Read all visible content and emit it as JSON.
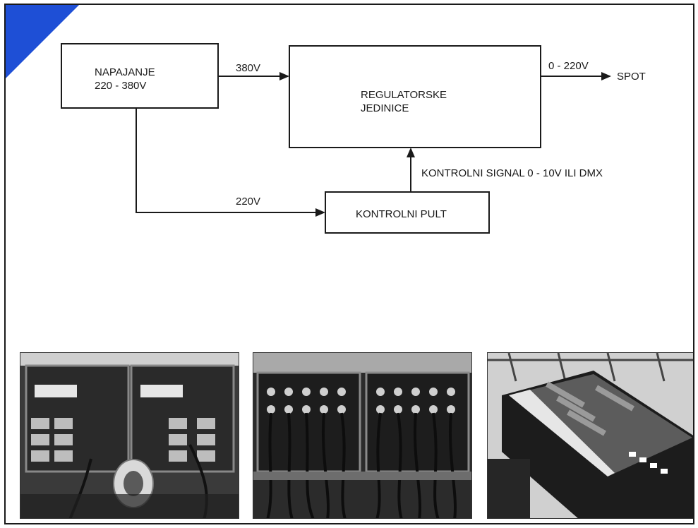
{
  "colors": {
    "accent": "#1e4fd6",
    "line": "#1a1a1a"
  },
  "diagram": {
    "power_box": {
      "line1": "NAPAJANJE",
      "line2": "220 - 380V"
    },
    "regulator_box": {
      "line1": "REGULATORSKE",
      "line2": "JEDINICE"
    },
    "control_box": {
      "label": "KONTROLNI PULT"
    },
    "edge_power_to_regulator": "380V",
    "edge_regulator_to_spot": "0 - 220V",
    "spot_label": "SPOT",
    "edge_power_to_control": "220V",
    "edge_control_to_regulator": "KONTROLNI SIGNAL 0 - 10V ILI DMX"
  },
  "photos": [
    {
      "name": "dimmer-racks-photo"
    },
    {
      "name": "dimmer-cabling-photo"
    },
    {
      "name": "lighting-console-photo"
    }
  ]
}
